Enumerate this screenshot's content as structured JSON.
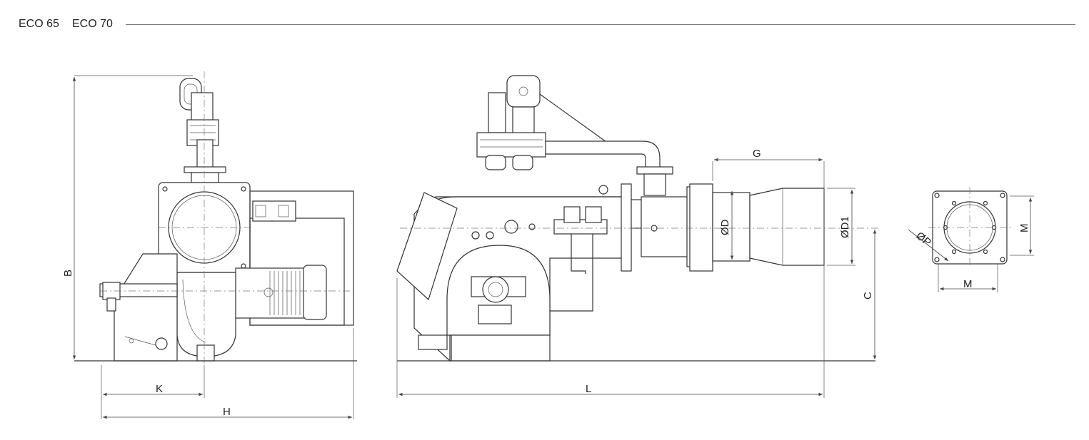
{
  "header": {
    "model_1": "ECO 65",
    "model_2": "ECO 70"
  },
  "dimensions": {
    "B": "B",
    "K": "K",
    "H": "H",
    "L": "L",
    "G": "G",
    "C": "C",
    "D": "ØD",
    "D1": "ØD1",
    "M_vertical": "M",
    "M_horizontal": "M",
    "P": "ØP"
  }
}
